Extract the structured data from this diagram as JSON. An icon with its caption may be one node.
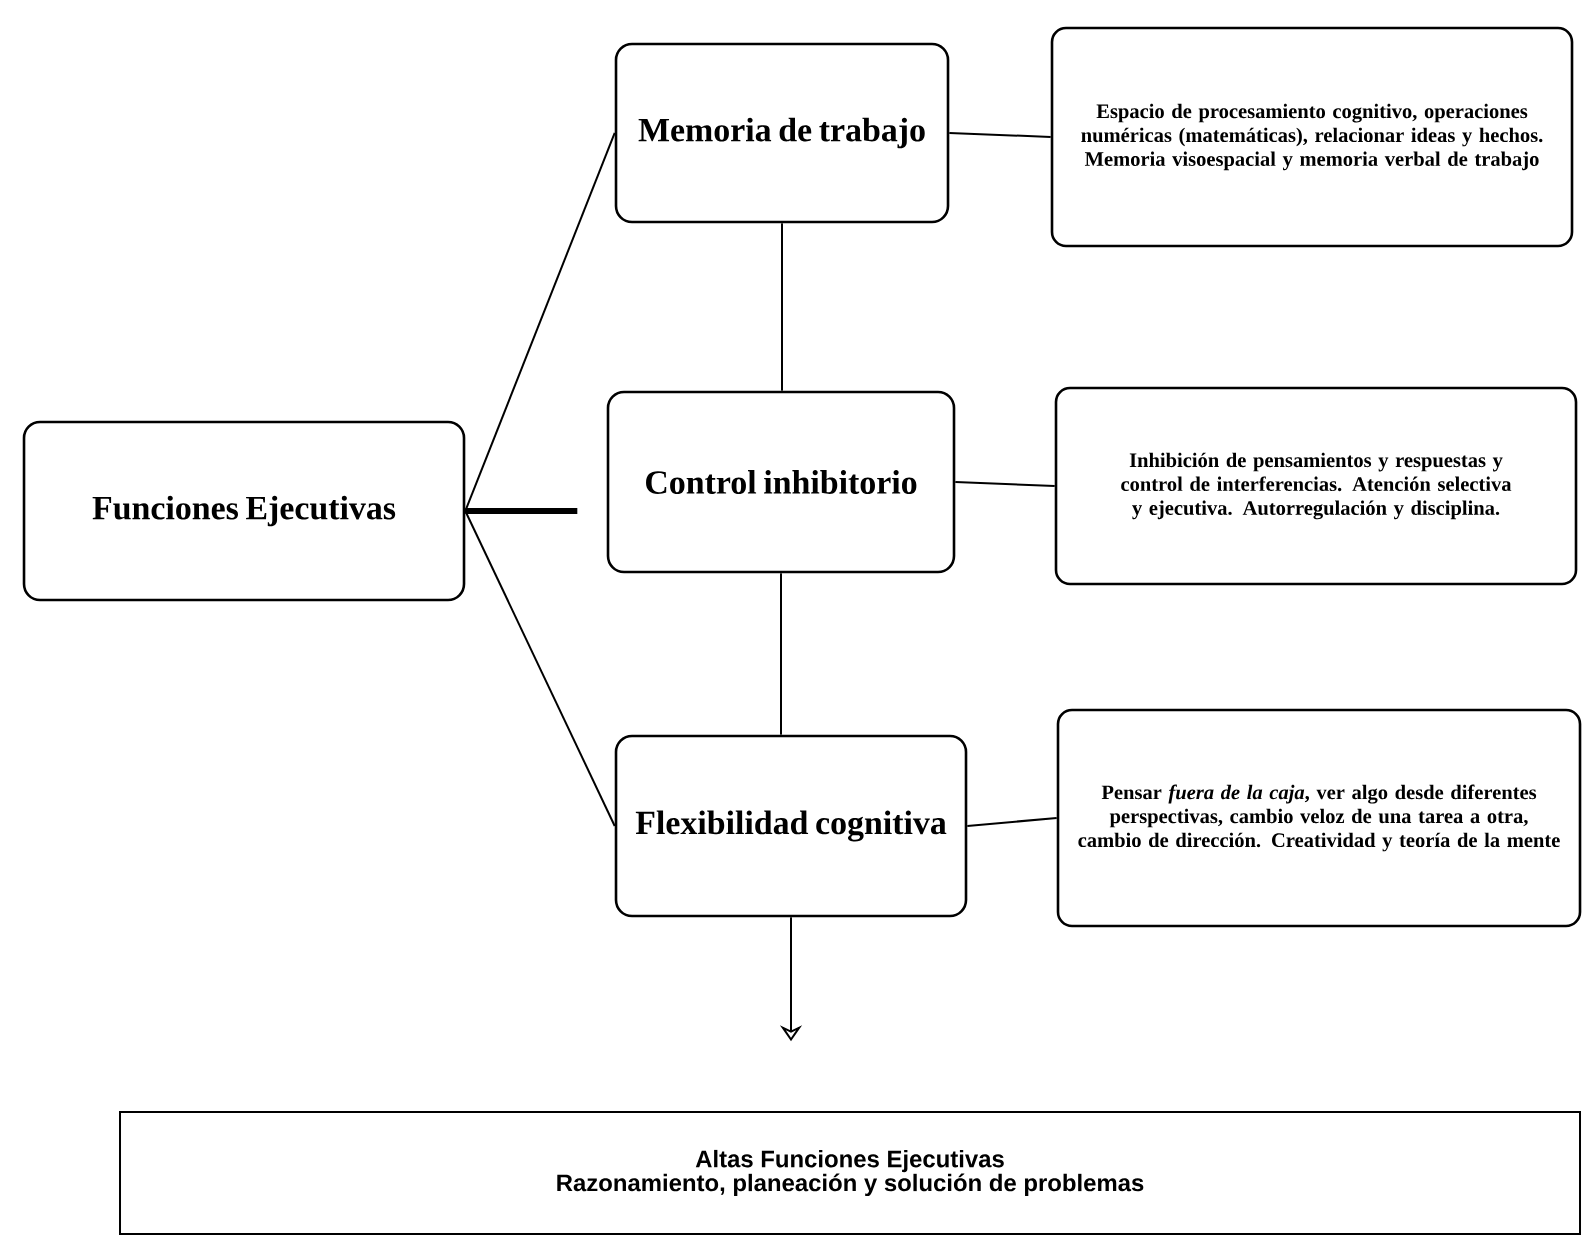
{
  "diagram": {
    "nodes": [
      {
        "text": [
          "Funciones Ejecutivas"
        ]
      },
      {
        "text": [
          "Memoria de trabajo"
        ]
      },
      {
        "text": [
          "Control inhibitorio"
        ]
      },
      {
        "text": [
          "Flexibilidad cognitiva"
        ]
      },
      {
        "text": [
          "Espacio de procesamiento cognitivo, operaciones numéricas (matemáticas), relacionar ideas y hechos. Memoria visoespacial y memoria verbal de trabajo"
        ]
      },
      {
        "text": [
          "Inhibición de pensamientos y respuestas y control de interferencias. Atención selectiva y ejecutiva. Autorregulación y disciplina."
        ]
      },
      {
        "text": [
          "Pensar *fuera de la caja*, ver algo desde diferentes perspectivas, cambio veloz de una tarea a otra, cambio de dirección. Creatividad y teoría de la mente"
        ]
      },
      {
        "text": [
          "Altas Funciones Ejecutivas",
          "Razonamiento, planeación y solución de problemas"
        ]
      }
    ],
    "edges": [
      {
        "from": 0,
        "to": 1,
        "arrow": "none"
      },
      {
        "from": 0,
        "to": null,
        "arrow": "none",
        "style": "thick"
      },
      {
        "from": 0,
        "to": 3,
        "arrow": "none"
      },
      {
        "from": 1,
        "to": 2,
        "arrow": "none"
      },
      {
        "from": 2,
        "to": 3,
        "arrow": "none"
      },
      {
        "from": 1,
        "to": 4,
        "arrow": "none"
      },
      {
        "from": 2,
        "to": 5,
        "arrow": "none"
      },
      {
        "from": 3,
        "to": 6,
        "arrow": "none"
      },
      {
        "from": 3,
        "to": 7,
        "arrow": "to"
      }
    ]
  }
}
